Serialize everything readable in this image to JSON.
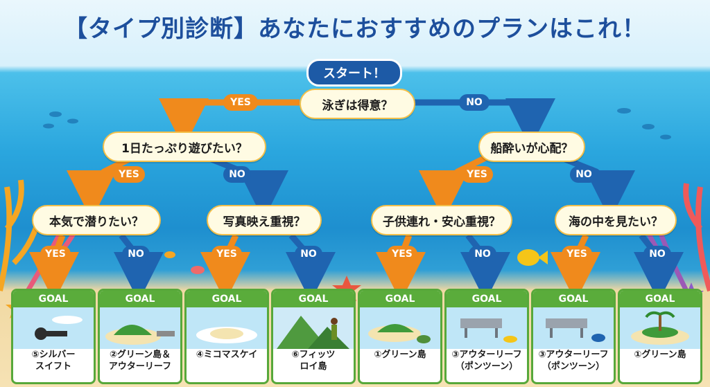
{
  "title": "【タイプ別診断】あなたにおすすめのプランはこれ！",
  "start": "スタート！",
  "q1": "泳ぎは得意？",
  "q2": "1日たっぷり遊びたい？",
  "q3": "船酔いが心配？",
  "q4": "本気で潜りたい？",
  "q5": "写真映え重視？",
  "q6": "子供連れ・安心重視？",
  "q7": "海の中を見たい？",
  "yes_label": "YES",
  "no_label": "NO",
  "goal_header": "GOAL",
  "goals": [
    {
      "line1": "⑤シルバー",
      "line2": "スイフト"
    },
    {
      "line1": "②グリーン島＆",
      "line2": "アウターリーフ"
    },
    {
      "line1": "④ミコマスケイ",
      "line2": ""
    },
    {
      "line1": "⑥フィッツ",
      "line2": "ロイ島"
    },
    {
      "line1": "①グリーン島",
      "line2": ""
    },
    {
      "line1": "③アウターリーフ",
      "line2": "（ポンツーン）"
    },
    {
      "line1": "③アウターリーフ",
      "line2": "（ポンツーン）"
    },
    {
      "line1": "①グリーン島",
      "line2": ""
    }
  ],
  "colors": {
    "yes": "#f08a1c",
    "no": "#1f64b0",
    "goal": "#5aac3b",
    "title": "#1d4f9c"
  }
}
